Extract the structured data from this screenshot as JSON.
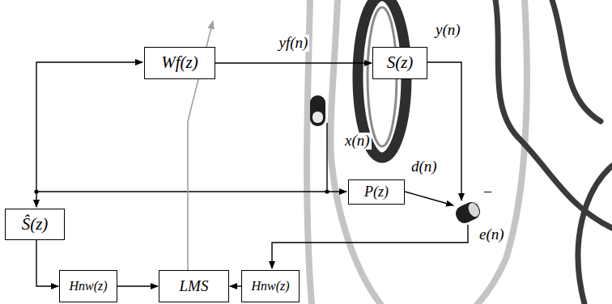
{
  "diagram": {
    "nodes": [
      {
        "text": [
          "Wf(z)"
        ]
      },
      {
        "text": [
          "S(z)"
        ]
      },
      {
        "text": [
          "P(z)"
        ]
      },
      {
        "text": [
          "Ŝ(z)"
        ]
      },
      {
        "text": [
          "Hnw(z)"
        ]
      },
      {
        "text": [
          "LMS"
        ]
      },
      {
        "text": [
          "Hnw(z)"
        ]
      }
    ],
    "edges": [
      {
        "from": 0,
        "to": 1,
        "arrow": "to",
        "label": "yf(n)"
      },
      {
        "from": 3,
        "to": 4,
        "arrow": "to"
      },
      {
        "from": 4,
        "to": 5,
        "arrow": "to"
      },
      {
        "from": 6,
        "to": 5,
        "arrow": "to"
      },
      {
        "from": 5,
        "to": 0,
        "arrow": "none"
      }
    ],
    "labels": [
      "y(n)",
      "x(n)",
      "d(n)",
      "e(n)",
      "−"
    ]
  }
}
